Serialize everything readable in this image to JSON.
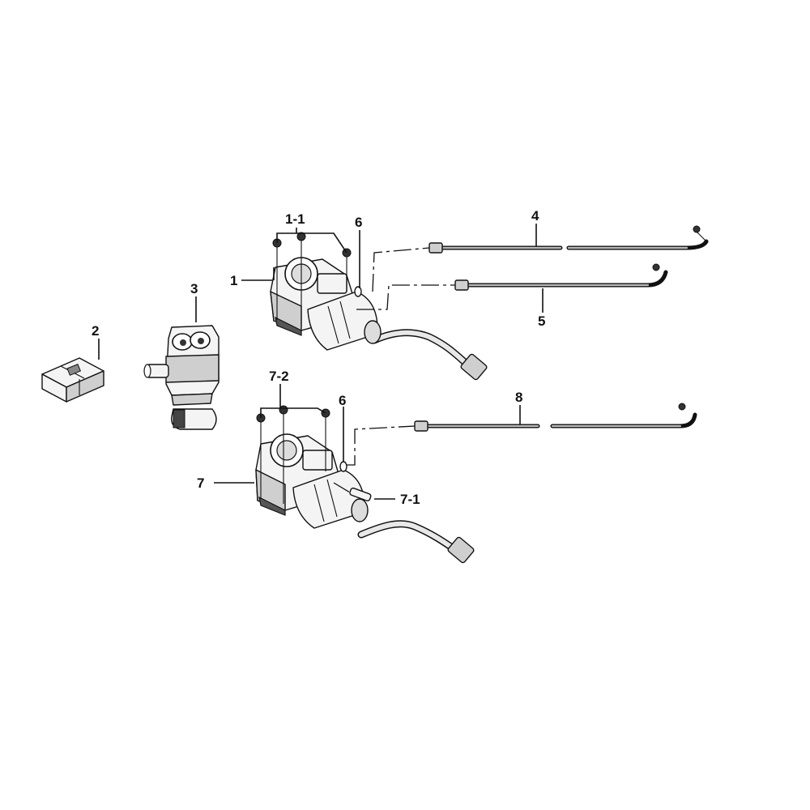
{
  "diagram": {
    "callouts": {
      "c1": "1",
      "c1_1": "1-1",
      "c2": "2",
      "c3": "3",
      "c4": "4",
      "c5": "5",
      "c6_top": "6",
      "c6_bottom": "6",
      "c7": "7",
      "c7_1": "7-1",
      "c7_2": "7-2",
      "c8": "8"
    }
  }
}
